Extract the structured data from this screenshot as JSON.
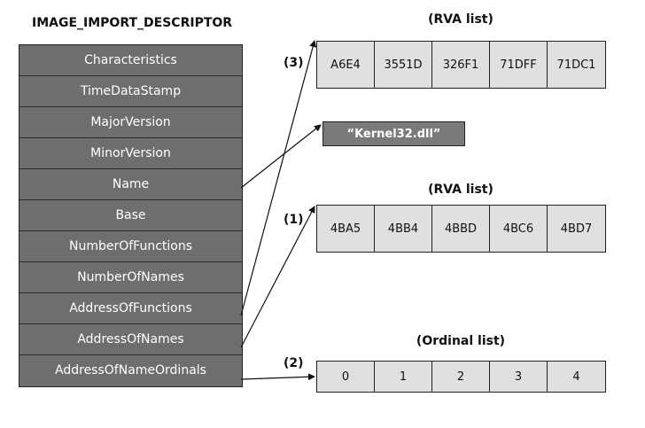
{
  "title": "IMAGE_IMPORT_DESCRIPTOR",
  "fields": [
    "Characteristics",
    "TimeDataStamp",
    "MajorVersion",
    "MinorVersion",
    "Name",
    "Base",
    "NumberOfFunctions",
    "NumberOfNames",
    "AddressOfFunctions",
    "AddressOfNames",
    "AddressOfNameOrdinals"
  ],
  "rva_list_top": {
    "title": "(RVA list)",
    "marker": "(3)",
    "values": [
      "A6E4",
      "3551D",
      "326F1",
      "71DFF",
      "71DC1"
    ]
  },
  "dll_name": "“Kernel32.dll”",
  "rva_list_mid": {
    "title": "(RVA list)",
    "marker": "(1)",
    "values": [
      "4BA5",
      "4BB4",
      "4BBD",
      "4BC6",
      "4BD7"
    ]
  },
  "ordinal_list": {
    "title": "(Ordinal list)",
    "marker": "(2)",
    "values": [
      "0",
      "1",
      "2",
      "3",
      "4"
    ]
  }
}
